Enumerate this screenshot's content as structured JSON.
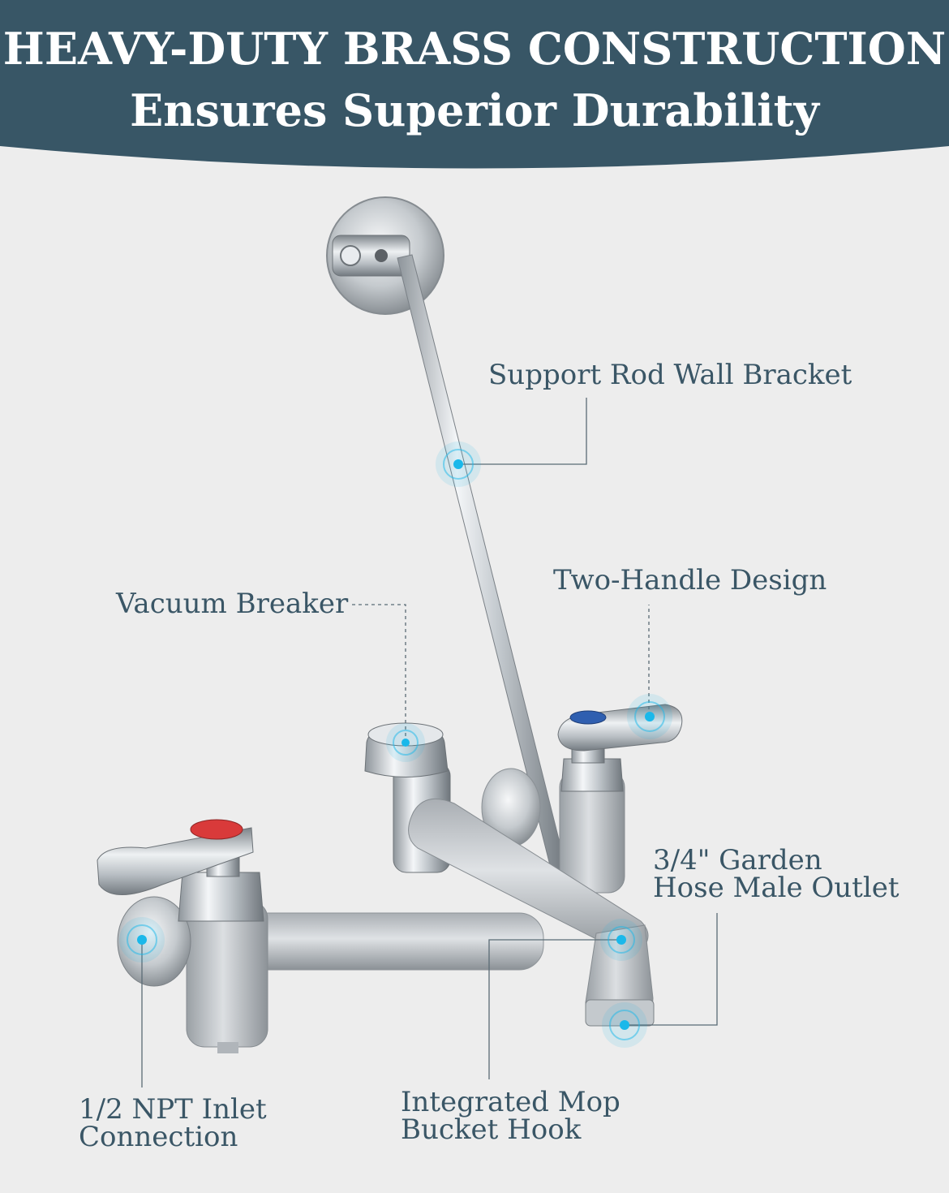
{
  "header": {
    "line1": "HEAVY-DUTY BRASS CONSTRUCTION",
    "line2": "Ensures Superior Durability"
  },
  "callouts": {
    "support_rod": "Support Rod Wall Bracket",
    "two_handle": "Two-Handle Design",
    "vacuum_breaker": "Vacuum Breaker",
    "garden_hose_line1": "3/4\" Garden",
    "garden_hose_line2": "Hose Male Outlet",
    "npt_inlet_line1": "1/2 NPT Inlet",
    "npt_inlet_line2": "Connection",
    "mop_hook_line1": "Integrated Mop",
    "mop_hook_line2": "Bucket Hook"
  },
  "colors": {
    "banner": "#385666",
    "background": "#ededed",
    "callout_text": "#3a5666",
    "hotspot": "#1ab8ea",
    "hot_handle": "#d93a3a",
    "cold_handle": "#2f5fb0"
  }
}
